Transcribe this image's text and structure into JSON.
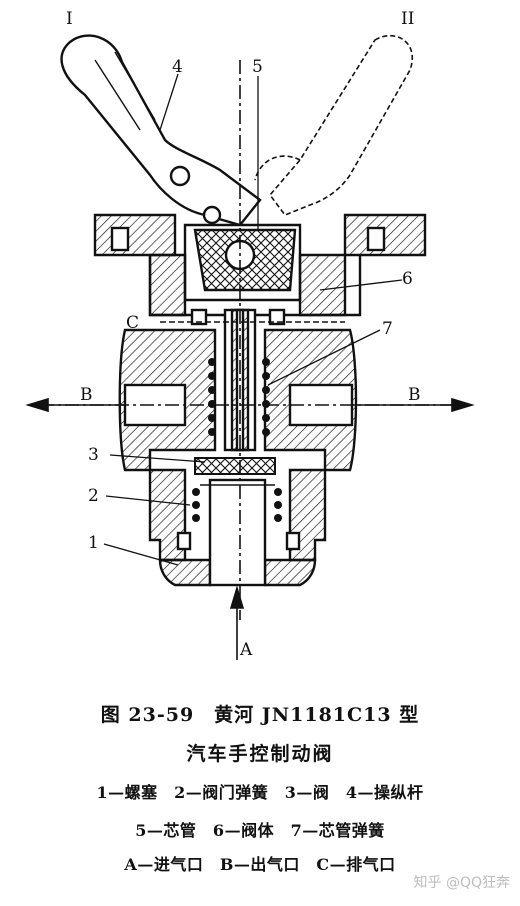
{
  "diagram": {
    "position_labels": {
      "left": "I",
      "right": "II"
    },
    "part_labels": [
      "4",
      "5",
      "6",
      "C",
      "7",
      "B",
      "B",
      "3",
      "2",
      "1",
      "A"
    ]
  },
  "caption": {
    "title": "图 23-59　黄河 JN1181C13 型",
    "subtitle": "汽车手控制动阀"
  },
  "legend": {
    "line1": "1—螺塞　2—阀门弹簧　3—阀　4—操纵杆",
    "line2": "5—芯管　6—阀体　7—芯管弹簧",
    "line3": "A—进气口　B—出气口　C—排气口"
  },
  "watermark": "知乎 @QQ狂奔"
}
